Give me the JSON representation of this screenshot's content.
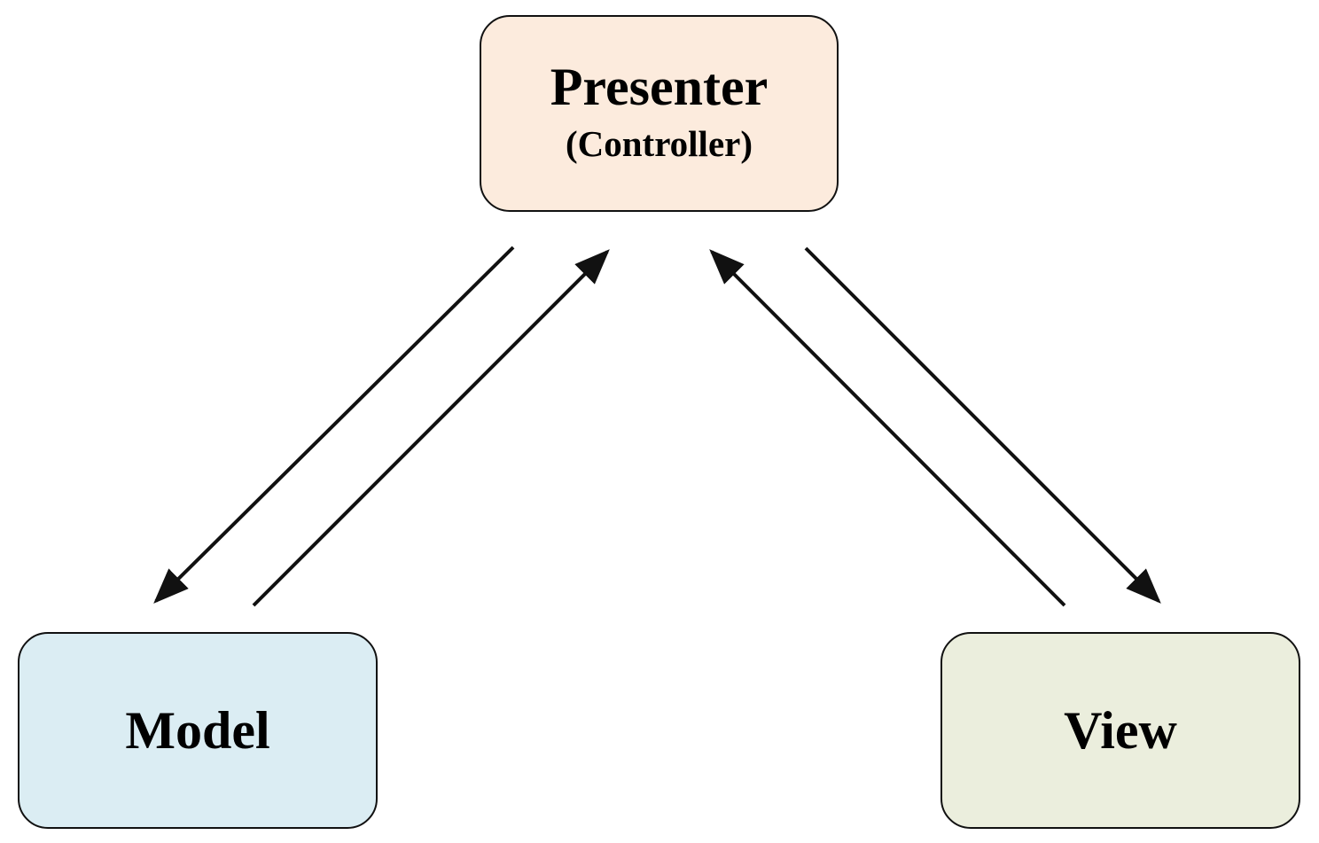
{
  "nodes": {
    "presenter": {
      "title": "Presenter",
      "subtitle": "(Controller)",
      "fill": "#fcebdd"
    },
    "model": {
      "title": "Model",
      "fill": "#dbedf3"
    },
    "view": {
      "title": "View",
      "fill": "#ebeedd"
    }
  },
  "edges": [
    {
      "from": "presenter",
      "to": "model"
    },
    {
      "from": "model",
      "to": "presenter"
    },
    {
      "from": "view",
      "to": "presenter"
    },
    {
      "from": "presenter",
      "to": "view"
    }
  ],
  "colors": {
    "stroke": "#111111",
    "background": "#ffffff"
  }
}
